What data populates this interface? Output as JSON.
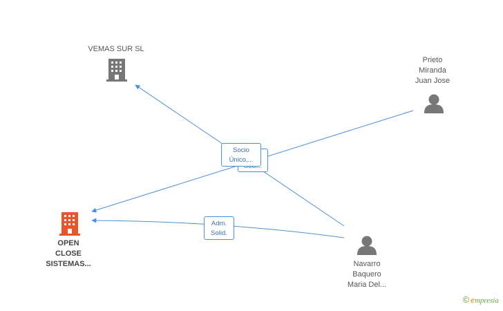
{
  "nodes": {
    "vemas": {
      "label": "VEMAS SUR SL",
      "type": "company",
      "icon": "building-icon",
      "color": "#777777"
    },
    "prieto": {
      "label": "Prieto\nMiranda\nJuan Jose",
      "type": "person",
      "icon": "person-icon",
      "color": "#777777"
    },
    "open_close": {
      "label": "OPEN\nCLOSE\nSISTEMAS...",
      "type": "company",
      "icon": "building-icon",
      "color": "#e8552b"
    },
    "navarro": {
      "label": "Navarro\nBaquero\nMaria Del...",
      "type": "person",
      "icon": "person-icon",
      "color": "#777777"
    }
  },
  "edge_labels": {
    "socio_unico": "Socio\nÚnico,...",
    "socio_back": "Soci...",
    "adm_solid": "Adm.\nSolid."
  },
  "colors": {
    "edge": "#4a90d9"
  },
  "brand": {
    "copyright": "©",
    "e": "e",
    "name": "mpresia"
  }
}
